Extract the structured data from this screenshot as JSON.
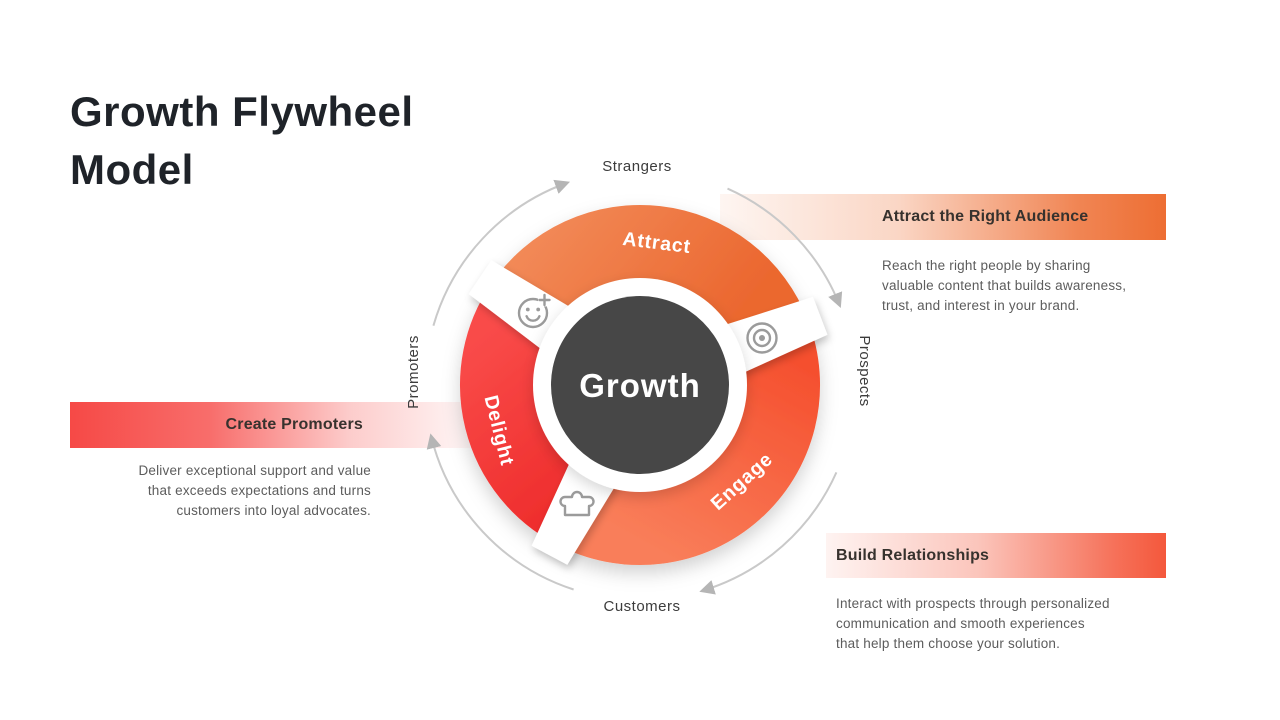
{
  "slide": {
    "title": "Growth Flywheel Model"
  },
  "flywheel": {
    "center_label": "Growth",
    "segments": [
      {
        "label": "Attract",
        "color": "#EF7B49"
      },
      {
        "label": "Engage",
        "color": "#F8624A"
      },
      {
        "label": "Delight",
        "color": "#F74241"
      }
    ],
    "stages": {
      "top": "Strangers",
      "right": "Prospects",
      "bottom": "Customers",
      "left": "Promoters"
    },
    "icons": [
      "smiley-plus-icon",
      "target-icon",
      "puzzle-icon"
    ],
    "colors": {
      "center_circle": "#474747",
      "outer_arc_gray": "#C9C9C9",
      "icon_gray": "#9B9B9B"
    }
  },
  "callouts": {
    "attract": {
      "title": "Attract the Right Audience",
      "body": "Reach the right people by sharing\nvaluable content that builds awareness,\ntrust, and interest in your brand.",
      "accent": "#ED6E33"
    },
    "engage": {
      "title": "Build Relationships",
      "body": "Interact with prospects through personalized\ncommunication and smooth experiences\nthat help them choose your solution.",
      "accent": "#F4583C"
    },
    "delight": {
      "title": "Create Promoters",
      "body": "Deliver exceptional support and value\nthat exceeds expectations and turns\ncustomers into loyal advocates.",
      "accent": "#F64946"
    }
  }
}
